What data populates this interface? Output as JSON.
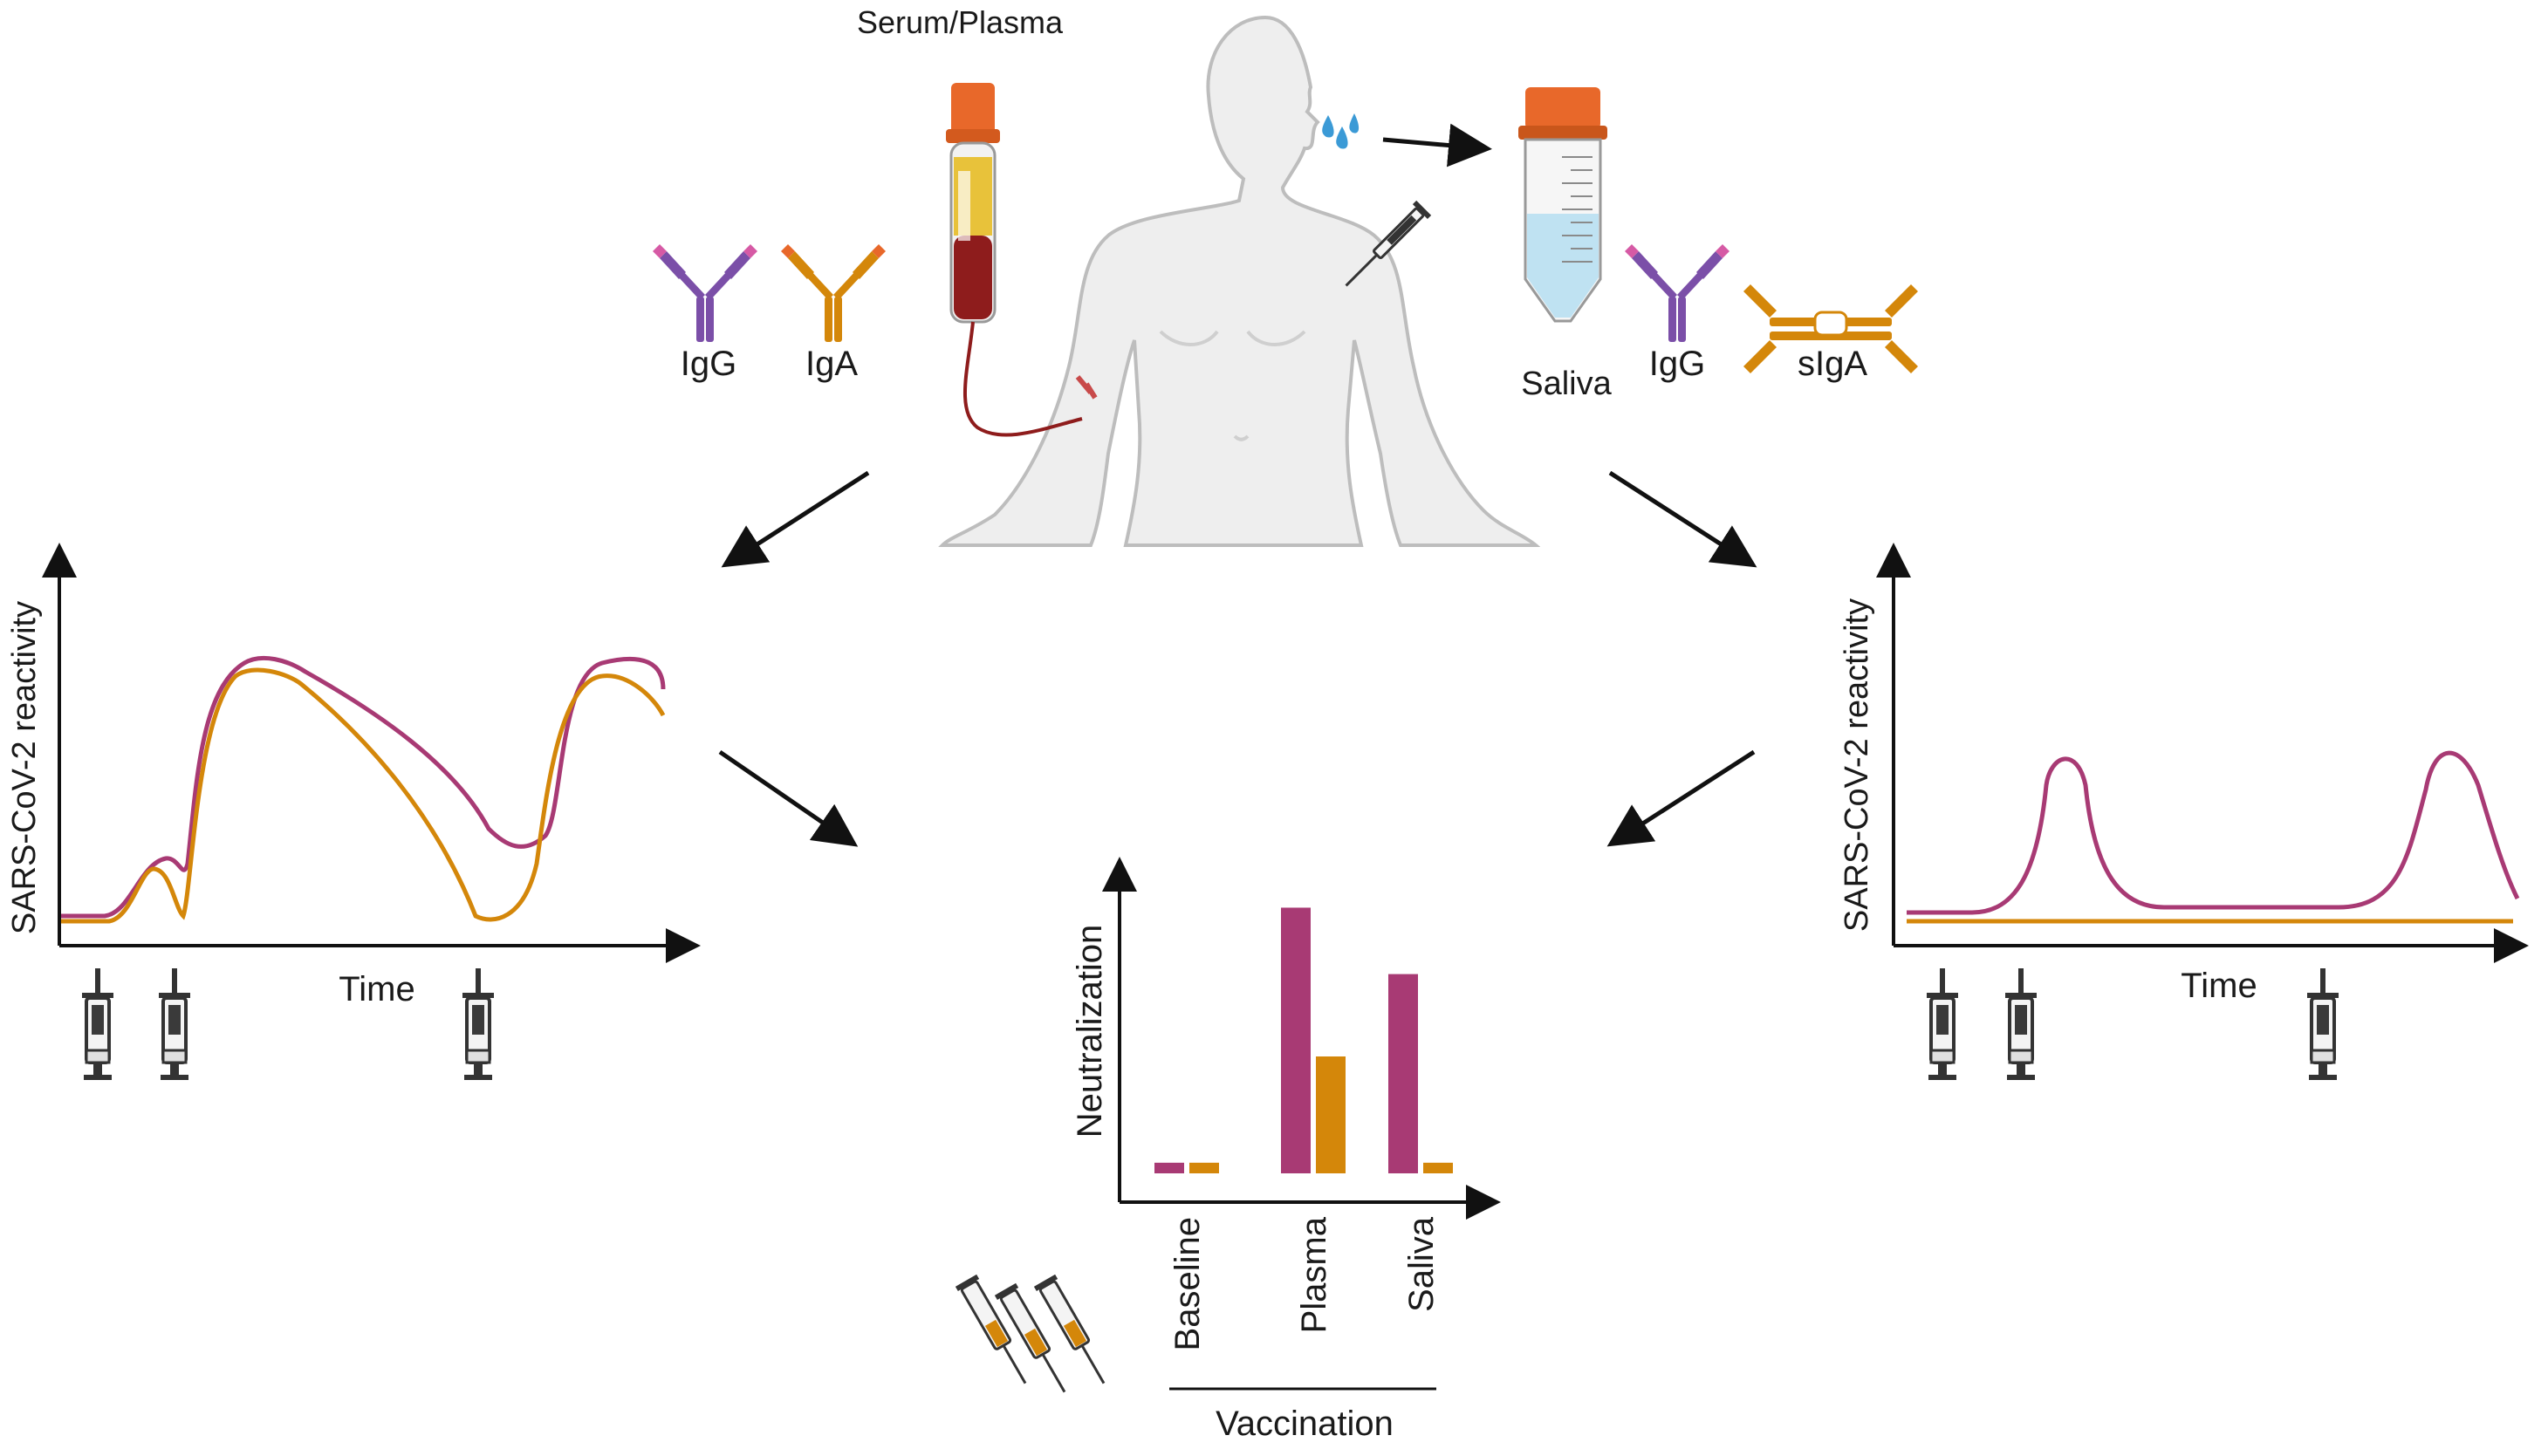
{
  "labels": {
    "serum_plasma": "Serum/Plasma",
    "saliva": "Saliva",
    "igg_left": "IgG",
    "iga_left": "IgA",
    "igg_right": "IgG",
    "siga_right": "sIgA"
  },
  "left_plot": {
    "ylabel": "SARS-CoV-2 reactivity",
    "xlabel": "Time"
  },
  "right_plot": {
    "ylabel": "SARS-CoV-2 reactivity",
    "xlabel": "Time"
  },
  "chart_data": {
    "type": "bar",
    "ylabel": "Neutralization",
    "xgroup_label": "Vaccination",
    "categories": [
      "Baseline",
      "Plasma",
      "Saliva"
    ],
    "series": [
      {
        "color": "#a83a74",
        "values": [
          4,
          100,
          75
        ]
      },
      {
        "color": "#d4870a",
        "values": [
          4,
          44,
          4
        ]
      }
    ],
    "ylim": [
      0,
      110
    ]
  },
  "colors": {
    "igg": "#a83a74",
    "iga": "#d4870a",
    "axis": "#1a1a1a",
    "skin": "#eeeeee",
    "skin_stroke": "#bdbdbd",
    "cap": "#e8682a",
    "blood": "#8e1c1c",
    "saliva_fluid": "#bfe2f2"
  }
}
